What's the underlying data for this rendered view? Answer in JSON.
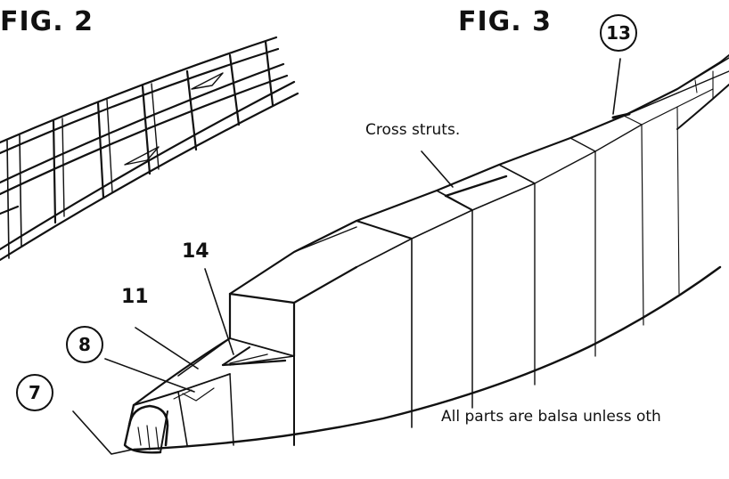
{
  "figures": {
    "fig2_title": "FIG. 2",
    "fig3_title": "FIG. 3"
  },
  "parts": {
    "p7": "7",
    "p8": "8",
    "p11": "11",
    "p13": "13",
    "p14": "14"
  },
  "annotations": {
    "cross_struts": "Cross struts.",
    "material_note": "All parts are balsa unless oth"
  }
}
